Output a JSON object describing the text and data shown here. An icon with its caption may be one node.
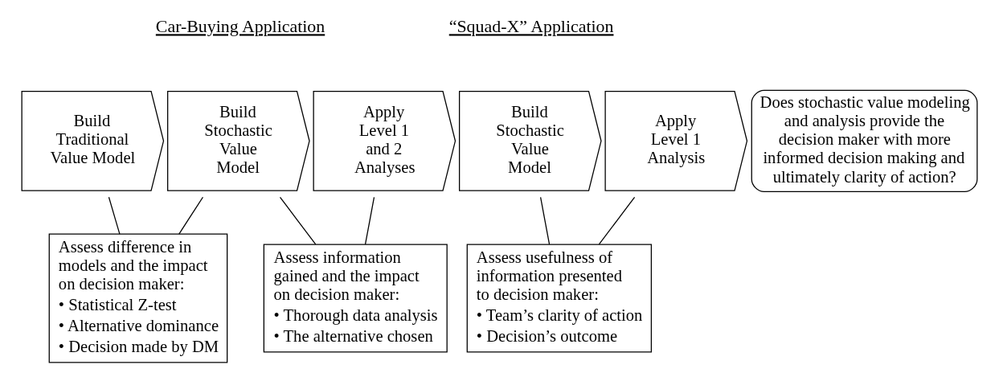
{
  "diagram": {
    "nodes": [
      {
        "text": [
          "Build Traditional Value Model"
        ]
      },
      {
        "text": [
          "Build Stochastic Value Model"
        ]
      },
      {
        "text": [
          "Apply Level 1 and 2 Analyses"
        ]
      },
      {
        "text": [
          "Build Stochastic Value Model"
        ]
      },
      {
        "text": [
          "Apply Level 1 Analysis"
        ]
      },
      {
        "text": [
          "Does stochastic value modeling and analysis provide the decision maker with more informed decision making and ultimately clarity of action?"
        ]
      },
      {
        "text": [
          "Assess difference in models and the impact on decision maker:",
          "• Statistical Z-test",
          "• Alternative dominance",
          "• Decision made by DM"
        ]
      },
      {
        "text": [
          "Assess information gained and the impact on decision maker:",
          "• Thorough data analysis",
          "• The alternative chosen"
        ]
      },
      {
        "text": [
          "Assess usefulness of information presented to decision maker:",
          "• Team’s clarity of action",
          "• Decision’s outcome"
        ]
      }
    ],
    "edges": [
      {
        "from": 0,
        "to": 6,
        "arrow": "none"
      },
      {
        "from": 1,
        "to": 6,
        "arrow": "none"
      },
      {
        "from": 1,
        "to": 7,
        "arrow": "none"
      },
      {
        "from": 2,
        "to": 7,
        "arrow": "none"
      },
      {
        "from": 3,
        "to": 8,
        "arrow": "none"
      },
      {
        "from": 4,
        "to": 8,
        "arrow": "none"
      }
    ],
    "labels": [
      "Car-Buying Application",
      "“Squad-X” Application"
    ]
  }
}
